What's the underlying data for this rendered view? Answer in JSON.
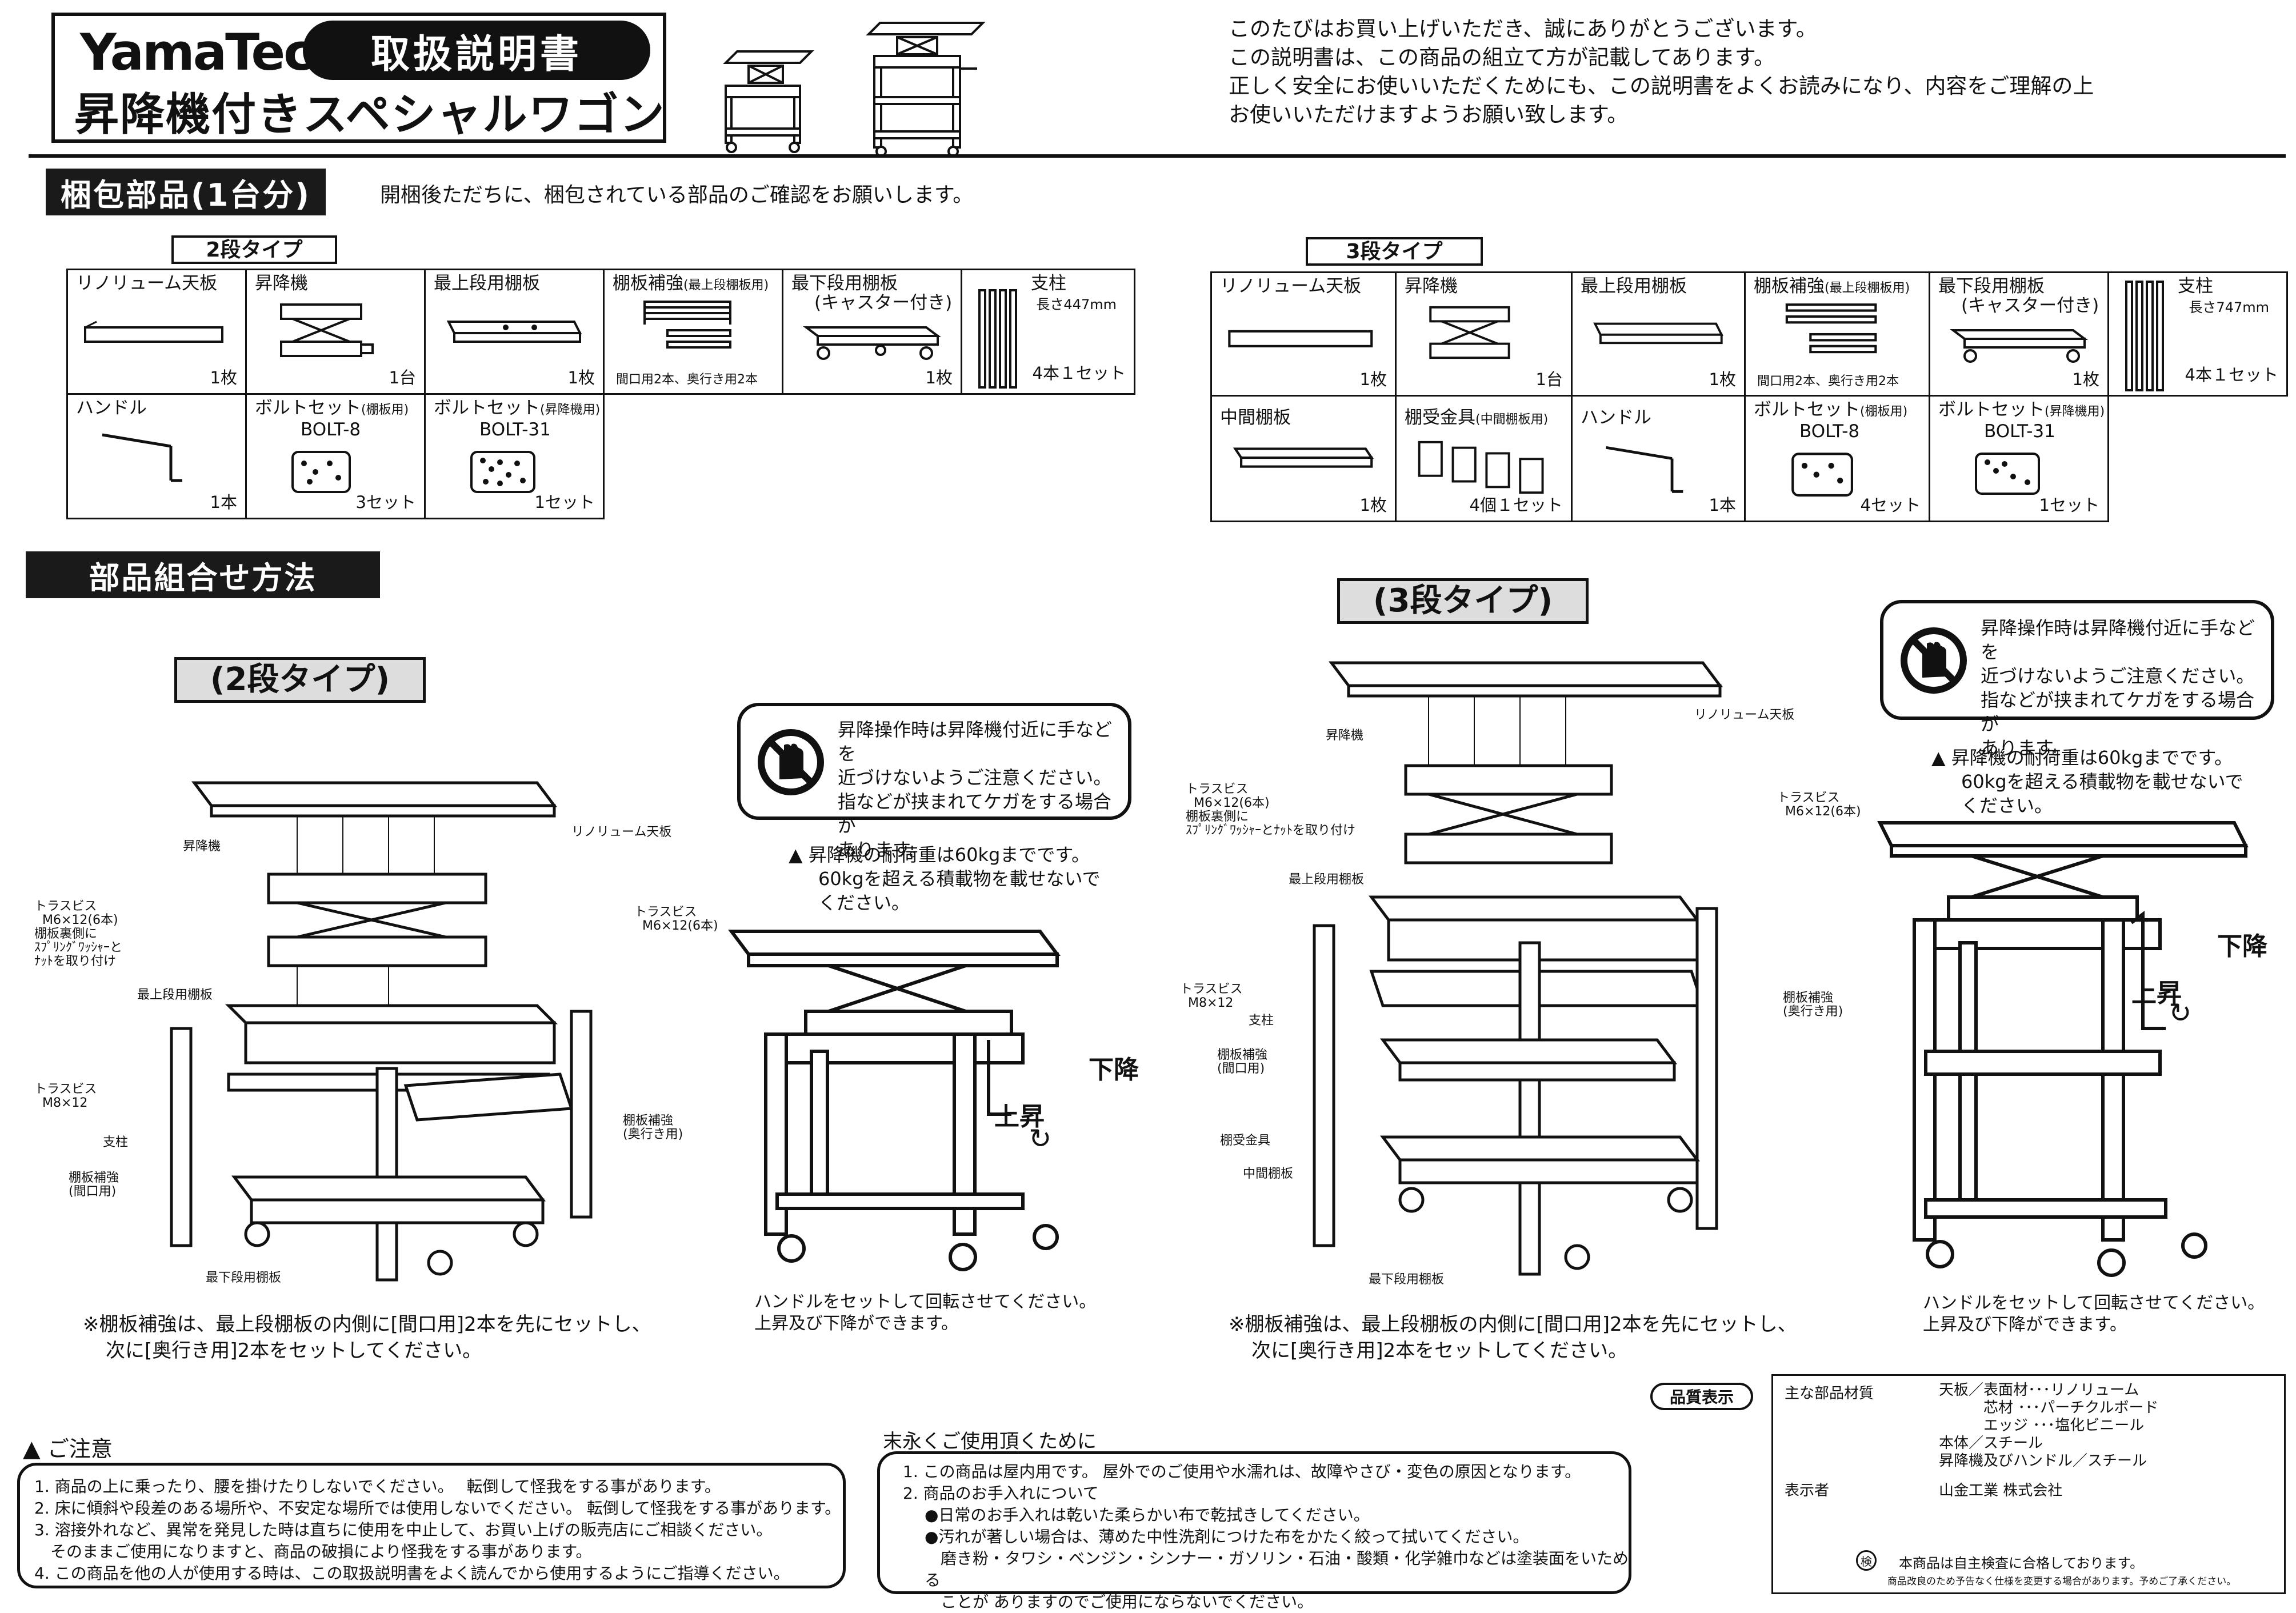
{
  "header": {
    "logo": "YamaTec",
    "manual_label": "取扱説明書",
    "product_name": "昇降機付きスペシャルワゴン",
    "intro_lines": [
      "このたびはお買い上げいただき、誠にありがとうございます。",
      "この説明書は、この商品の組立て方が記載してあります。",
      "正しく安全にお使いいただくためにも、この説明書をよくお読みになり、内容をご理解の上",
      "お使いいただけますようお願い致します。"
    ]
  },
  "packing": {
    "title": "梱包部品(1台分)",
    "note": "開梱後ただちに、梱包されている部品のご確認をお願いします。",
    "two_tier": {
      "label": "2段タイプ",
      "row1": [
        {
          "name": "リノリューム天板",
          "qty": "1枚"
        },
        {
          "name": "昇降機",
          "qty": "1台"
        },
        {
          "name": "最上段用棚板",
          "qty": "1枚"
        },
        {
          "name": "棚板補強",
          "name_small": "(最上段棚板用)",
          "caption": "間口用2本、奥行き用2本"
        },
        {
          "name": "最下段用棚板",
          "name2": "(キャスター付き)",
          "qty": "1枚"
        },
        {
          "name": "支柱",
          "sub": "長さ447mm",
          "qty": "4本１セット"
        }
      ],
      "row2": [
        {
          "name": "ハンドル",
          "qty": "1本"
        },
        {
          "name": "ボルトセット",
          "name_small": "(棚板用)",
          "name2": "BOLT-8",
          "qty": "3セット"
        },
        {
          "name": "ボルトセット",
          "name_small": "(昇降機用)",
          "name2": "BOLT-31",
          "qty": "1セット"
        }
      ]
    },
    "three_tier": {
      "label": "3段タイプ",
      "row1": [
        {
          "name": "リノリューム天板",
          "qty": "1枚"
        },
        {
          "name": "昇降機",
          "qty": "1台"
        },
        {
          "name": "最上段用棚板",
          "qty": "1枚"
        },
        {
          "name": "棚板補強",
          "name_small": "(最上段棚板用)",
          "caption": "間口用2本、奥行き用2本"
        },
        {
          "name": "最下段用棚板",
          "name2": "(キャスター付き)",
          "qty": "1枚"
        },
        {
          "name": "支柱",
          "sub": "長さ747mm",
          "qty": "4本１セット"
        }
      ],
      "row2": [
        {
          "name": "中間棚板",
          "qty": "1枚"
        },
        {
          "name": "棚受金具",
          "name_small": "(中間棚板用)",
          "qty": "4個１セット"
        },
        {
          "name": "ハンドル",
          "qty": "1本"
        },
        {
          "name": "ボルトセット",
          "name_small": "(棚板用)",
          "name2": "BOLT-8",
          "qty": "4セット"
        },
        {
          "name": "ボルトセット",
          "name_small": "(昇降機用)",
          "name2": "BOLT-31",
          "qty": "1セット"
        }
      ]
    }
  },
  "assembly": {
    "title": "部品組合せ方法",
    "two_tier_label": "(2段タイプ)",
    "three_tier_label": "(3段タイプ)",
    "labels": {
      "top_board": "リノリューム天板",
      "lift": "昇降機",
      "truss_m6": "トラスビス",
      "truss_m6_size": "M6×12(6本)",
      "washer_note_1": "棚板裏側に",
      "washer_note_2": "ｽﾌﾟﾘﾝｸﾞﾜｯｼｬｰと",
      "washer_note_3": "ﾅｯﾄを取り付け",
      "top_shelf": "最上段用棚板",
      "truss_m8": "トラスビス",
      "truss_m8_size": "M8×12",
      "pillar": "支柱",
      "brace_front": "棚板補強",
      "brace_front_sub": "(間口用)",
      "brace_depth": "棚板補強",
      "brace_depth_sub": "(奥行き用)",
      "bottom_shelf": "最下段用棚板",
      "bracket": "棚受金具",
      "middle_shelf": "中間棚板"
    },
    "brace_note_1": "※棚板補強は、最上段棚板の内側に[間口用]2本を先にセットし、",
    "brace_note_2": "次に[奥行き用]2本をセットしてください。",
    "hand_warning": [
      "昇降操作時は昇降機付近に手などを",
      "近づけないようご注意ください。",
      "指などが挟まれてケガをする場合が",
      "あります。"
    ],
    "load_warning": [
      "昇降機の耐荷重は60kgまでです。",
      "60kgを超える積載物を載せないで",
      "ください。"
    ],
    "up": "上昇",
    "down": "下降",
    "handle_note_1": "ハンドルをセットして回転させてください。",
    "handle_note_2": "上昇及び下降ができます。"
  },
  "caution": {
    "title": "ご注意",
    "items": [
      "1. 商品の上に乗ったり、腰を掛けたりしないでください。　 転倒して怪我をする事があります。",
      "2. 床に傾斜や段差のある場所や、不安定な場所では使用しないでください。 転倒して怪我をする事があります。",
      "3. 溶接外れなど、異常を発見した時は直ちに使用を中止して、お買い上げの販売店にご相談ください。",
      "　そのままご使用になりますと、商品の破損により怪我をする事があります。",
      "4. この商品を他の人が使用する時は、この取扱説明書をよく読んでから使用するようにご指導ください。"
    ]
  },
  "care": {
    "title": "末永くご使用頂くために",
    "items": [
      "1. この商品は屋内用です。 屋外でのご使用や水濡れは、故障やさび・変色の原因となります。",
      "2. 商品のお手入れについて",
      "●日常のお手入れは乾いた柔らかい布で乾拭きしてください。",
      "●汚れが著しい場合は、薄めた中性洗剤につけた布をかたく絞って拭いてください。",
      "　磨き粉・タワシ・ベンジン・シンナー・ガソリン・石油・酸類・化学雑巾などは塗装面をいためる",
      "　ことが ありますのでご使用にならないでください。"
    ]
  },
  "quality": {
    "title": "品質表示",
    "material_label": "主な部品材質",
    "materials": [
      "天板／表面材･･･リノリューム",
      "　　　芯材 ･･･パーチクルボード",
      "　　　エッジ ･･･塩化ビニール",
      "本体／スチール",
      "昇降機及びハンドル／スチール"
    ],
    "maker_label": "表示者",
    "maker": "山金工業 株式会社",
    "inspect_mark": "検",
    "inspect_note": "本商品は自主検査に合格しております。",
    "change_note": "商品改良のため予告なく仕様を変更する場合があります。予めご了承ください。"
  }
}
